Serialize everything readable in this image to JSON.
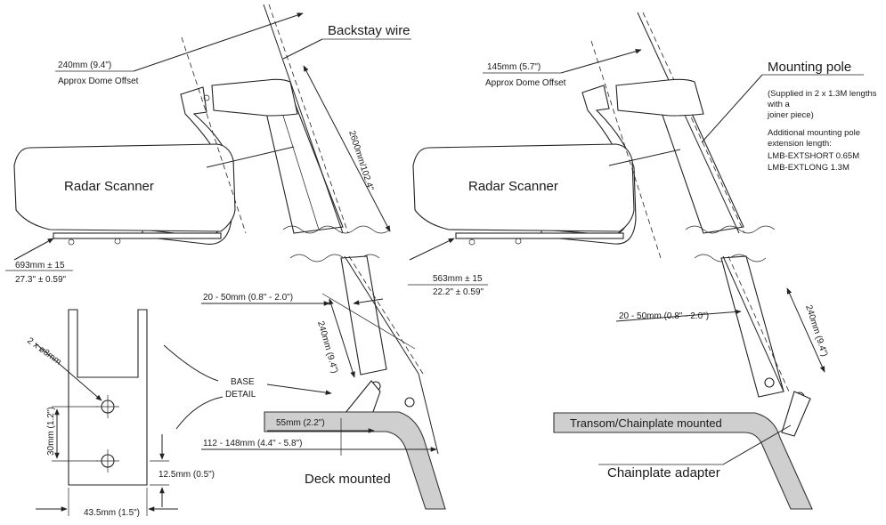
{
  "left": {
    "radar_label": "Radar Scanner",
    "backstay_label": "Backstay wire",
    "dome_offset_value": "240mm (9.4\")",
    "dome_offset_caption": "Approx Dome Offset",
    "height_label": "2600mm/102.4\"",
    "base_offset_mm": "693mm ± 15",
    "base_offset_in": "27.3\" ± 0.59\"",
    "range_label": "20 - 50mm (0.8\" - 2.0\")",
    "lower_length": "240mm (9.4\")",
    "base_detail_line1": "BASE",
    "base_detail_line2": "DETAIL",
    "foot_width": "55mm (2.2\")",
    "foot_range": "112 - 148mm (4.4\" - 5.8\")",
    "mount_caption": "Deck mounted"
  },
  "detail": {
    "holes": "2 x ø8mm",
    "spacing": "30mm (1.2\")",
    "edge": "12.5mm (0.5\")",
    "width": "43.5mm (1.5\")"
  },
  "right": {
    "radar_label": "Radar Scanner",
    "dome_offset_value": "145mm (5.7\")",
    "dome_offset_caption": "Approx Dome Offset",
    "pole_title": "Mounting pole",
    "supplied_line1": "(Supplied in 2 x 1.3M lengths",
    "supplied_line2": "with a",
    "supplied_line3": "joiner piece)",
    "extension_line1": "Additional mounting pole",
    "extension_line2": "extension length:",
    "extension_line3": "LMB-EXTSHORT 0.65M",
    "extension_line4": "LMB-EXTLONG 1.3M",
    "base_offset_mm": "563mm ± 15",
    "base_offset_in": "22.2\" ± 0.59\"",
    "range_label": "20 - 50mm (0.8\" - 2.0\")",
    "lower_length": "240mm (9.4\")",
    "transom_label": "Transom/Chainplate mounted",
    "chainplate_label": "Chainplate adapter"
  }
}
